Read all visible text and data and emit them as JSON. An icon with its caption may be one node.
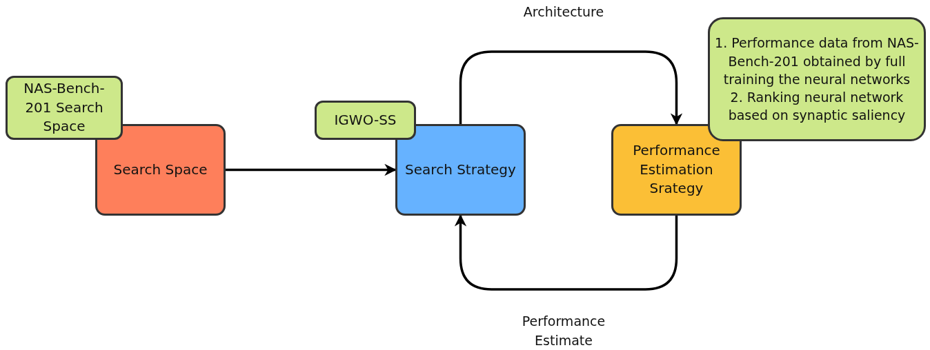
{
  "diagram": {
    "nodes": [
      {
        "text": [
          "NAS-Bench-201 Search Space"
        ]
      },
      {
        "text": [
          "Search Space"
        ]
      },
      {
        "text": [
          "IGWO-SS"
        ]
      },
      {
        "text": [
          "Search Strategy"
        ]
      },
      {
        "text": [
          "Performance Estimation Srategy"
        ]
      },
      {
        "text": [
          "1. Performance data from NAS-Bench-201 obtained by full training the neural networks",
          "2. Ranking neural network based on synaptic saliency"
        ]
      }
    ],
    "edges": [
      {
        "from": 1,
        "to": 3,
        "arrow": "to"
      },
      {
        "from": 3,
        "to": 4,
        "arrow": "to",
        "label": "Architecture"
      },
      {
        "from": 4,
        "to": 3,
        "arrow": "to",
        "label": "Performance Estimate"
      }
    ]
  }
}
